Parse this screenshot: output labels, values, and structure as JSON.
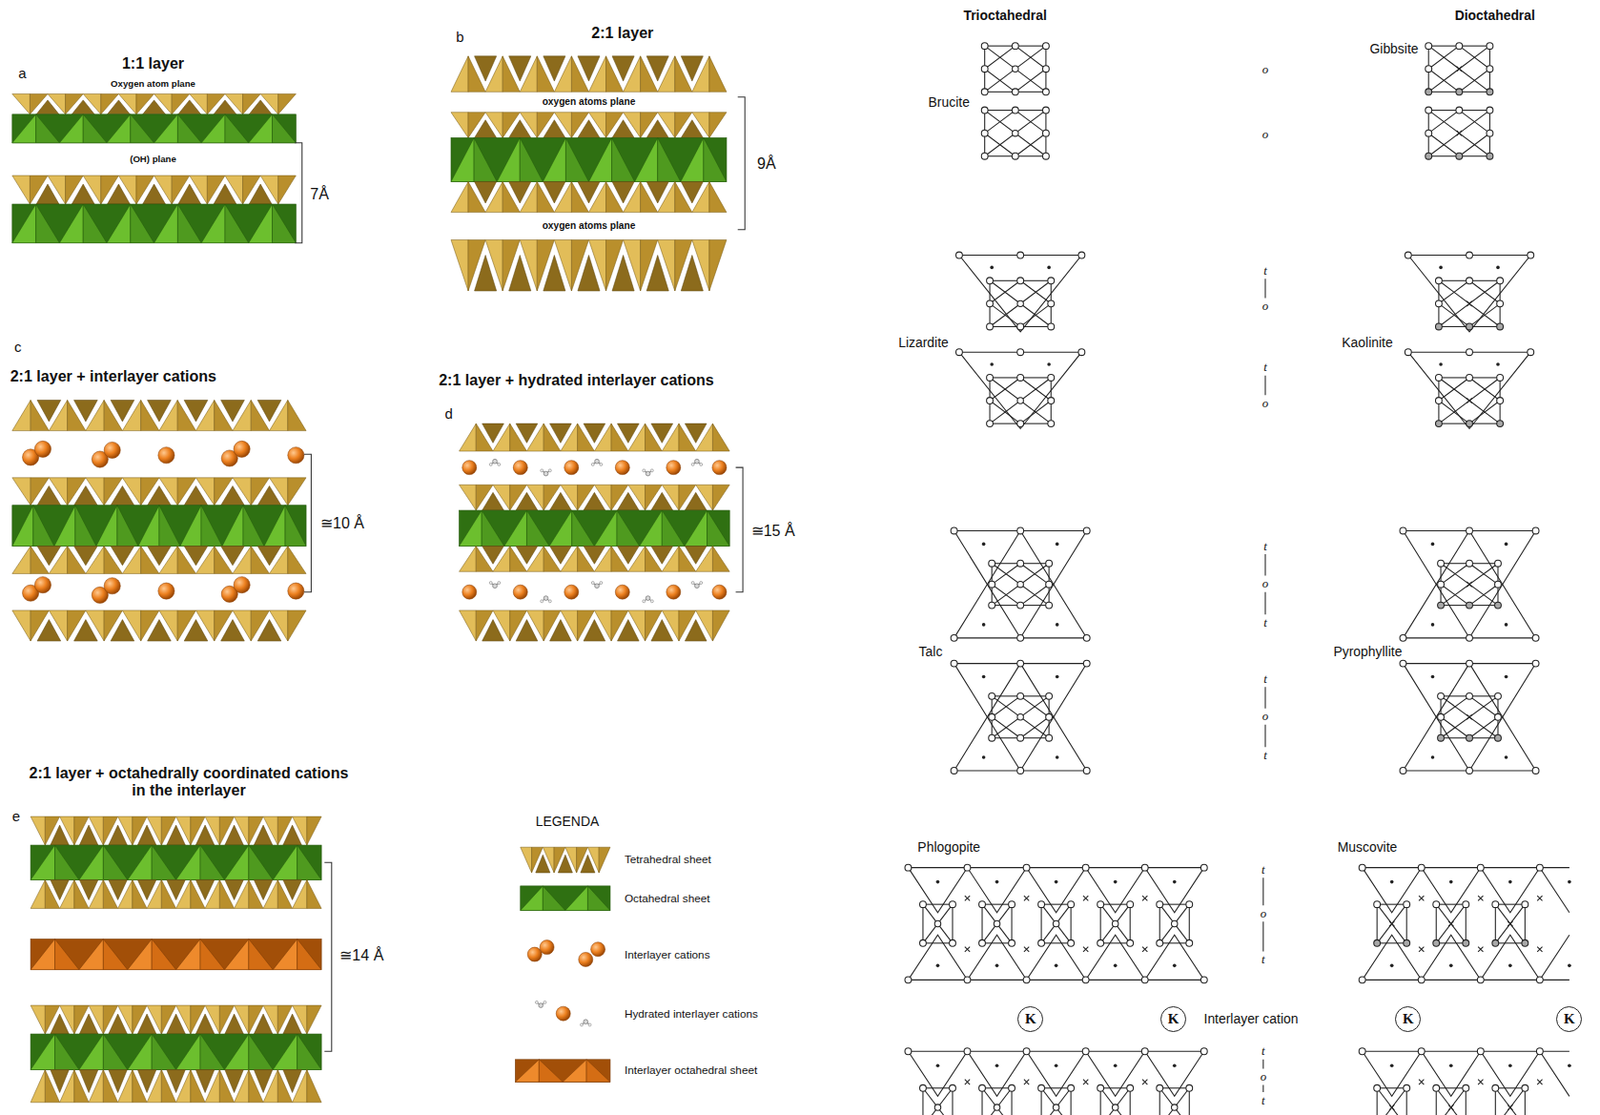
{
  "diagram": {
    "nodes": [
      {
        "text": [
          "K"
        ]
      },
      {
        "text": [
          "K"
        ]
      },
      {
        "text": [
          "K"
        ]
      },
      {
        "text": [
          "K"
        ]
      }
    ],
    "labels": [
      "a",
      "1:1 layer",
      "Oxygen atom plane",
      "(OH) plane",
      "7Å",
      "b",
      "2:1 layer",
      "oxygen atoms plane",
      "9Å",
      "oxygen atoms plane",
      "c",
      "2:1 layer + interlayer cations",
      "2:1 layer + hydrated interlayer cations",
      "d",
      "≅10 Å",
      "≅15 Å",
      "e",
      "2:1 layer + octahedrally coordinated cations in the interlayer",
      "≅14 Å",
      "LEGENDA",
      "Trioctahedral",
      "Dioctahedral",
      "Brucite",
      "o",
      "o",
      "Gibbsite",
      "Lizardite",
      "t",
      "o",
      "t",
      "o",
      "Kaolinite",
      "Talc",
      "t",
      "o",
      "t",
      "t",
      "o",
      "t",
      "Pyrophyllite",
      "Phlogopite",
      "Interlayer cation",
      "t",
      "o",
      "t",
      "t",
      "o",
      "t",
      "Muscovite"
    ],
    "legend": [
      {
        "text": "Tetrahedral sheet"
      },
      {
        "text": "Octahedral sheet"
      },
      {
        "text": "Interlayer cations"
      },
      {
        "text": "Hydrated interlayer cations"
      },
      {
        "text": "Interlayer octahedral sheet"
      }
    ]
  }
}
